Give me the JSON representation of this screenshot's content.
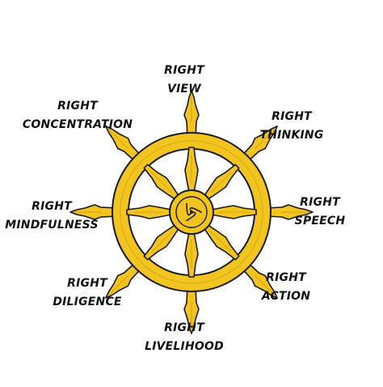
{
  "colors": {
    "gold": "#F2C420",
    "gold_dark": "#D8A810",
    "outline": "#1a1a1a",
    "text": "#111111",
    "background": "#FFFFFF"
  },
  "hub_icon": "gankyil-swirl-icon",
  "spokes": [
    {
      "id": "view",
      "line1": "RIGHT",
      "line2": "VIEW"
    },
    {
      "id": "thinking",
      "line1": "RIGHT",
      "line2": "THINKING"
    },
    {
      "id": "speech",
      "line1": "RIGHT",
      "line2": "SPEECH"
    },
    {
      "id": "action",
      "line1": "RIGHT",
      "line2": "ACTION"
    },
    {
      "id": "livelihood",
      "line1": "RIGHT",
      "line2": "LIVELIHOOD"
    },
    {
      "id": "diligence",
      "line1": "RIGHT",
      "line2": "DILIGENCE"
    },
    {
      "id": "mindfulness",
      "line1": "RIGHT",
      "line2": "MINDFULNESS"
    },
    {
      "id": "concentration",
      "line1": "RIGHT",
      "line2": "CONCENTRATION"
    }
  ]
}
